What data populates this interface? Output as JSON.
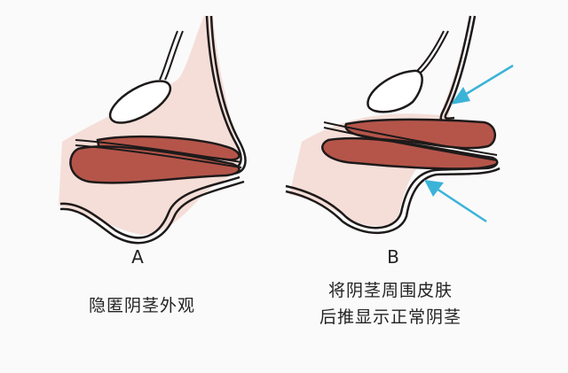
{
  "colors": {
    "skin": "#f5ded8",
    "tissue": "#b5554a",
    "outline": "#1e1a1a",
    "arrow": "#3bb3d8",
    "background": "#fafafa"
  },
  "panels": [
    {
      "letter": "A",
      "caption_lines": [
        "隐匿阴茎外观"
      ]
    },
    {
      "letter": "B",
      "caption_lines": [
        "将阴茎周围皮肤",
        "后推显示正常阴茎"
      ]
    }
  ]
}
